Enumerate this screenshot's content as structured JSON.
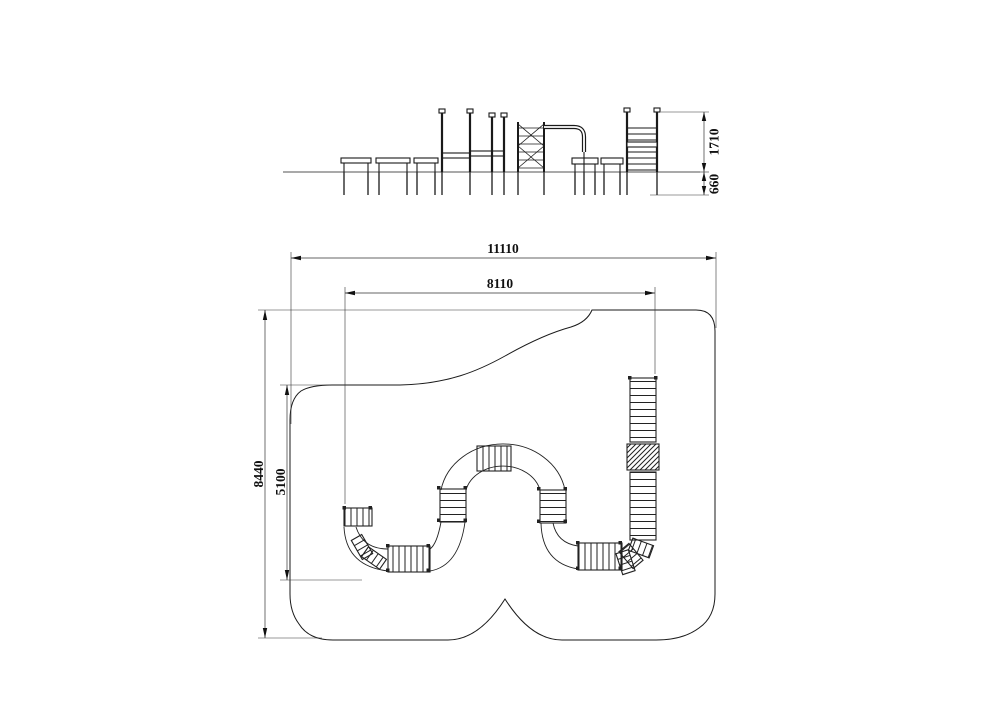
{
  "drawing": {
    "elevation": {
      "dim_total_height": "1710",
      "dim_footing_depth": "660"
    },
    "plan": {
      "dim_outer_width": "11110",
      "dim_inner_width": "8110",
      "dim_outer_height": "8440",
      "dim_inner_height": "5100"
    }
  }
}
